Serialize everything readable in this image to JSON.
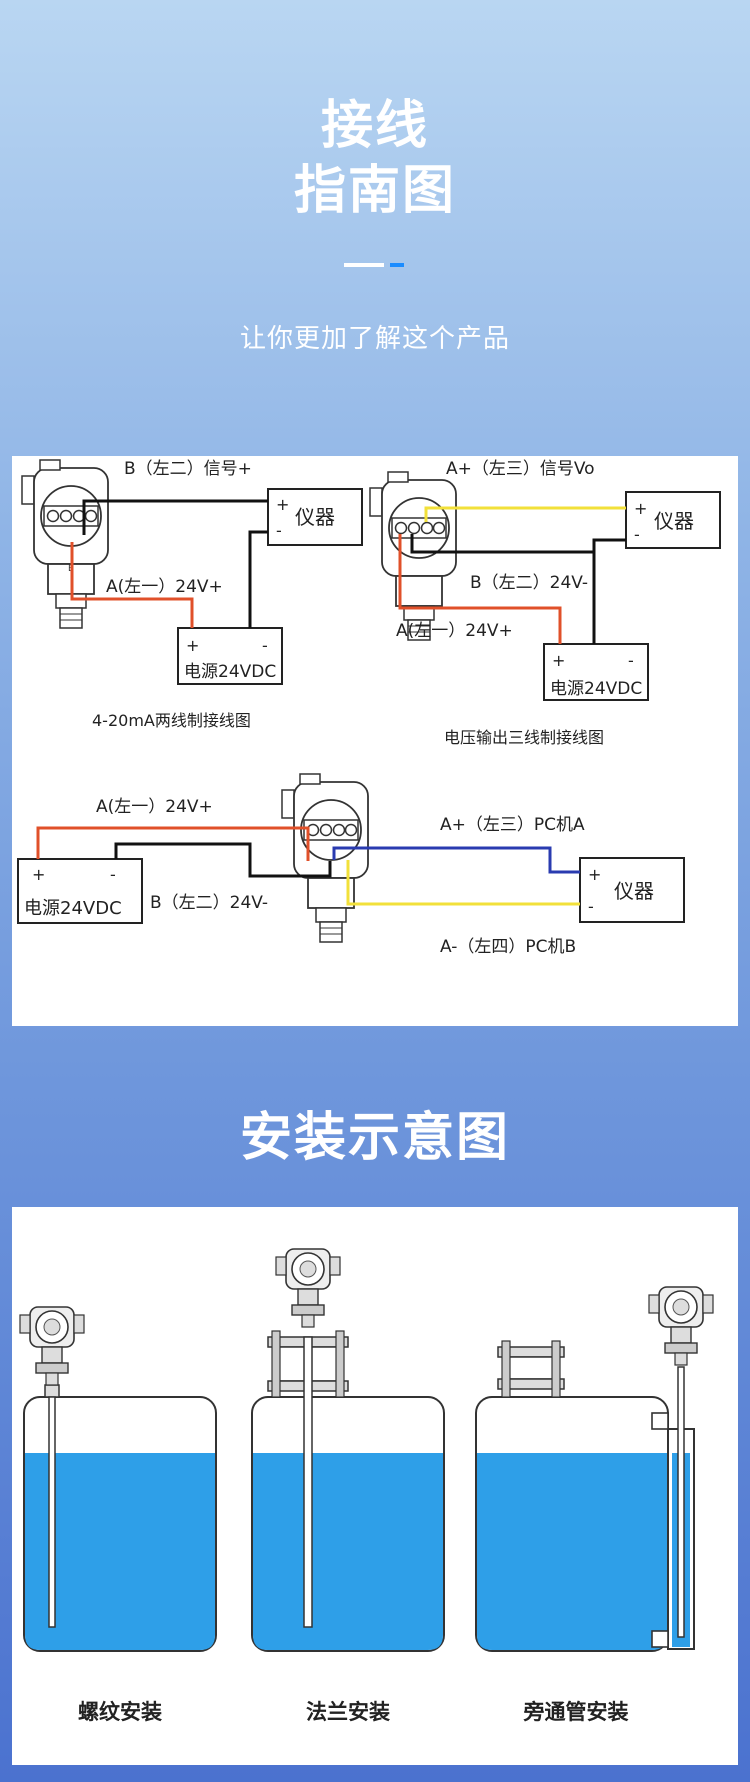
{
  "header": {
    "title_line1": "接线",
    "title_line2": "指南图",
    "subtitle": "让你更加了解这个产品"
  },
  "wiring": {
    "d1": {
      "top_label": "B（左二）信号+",
      "left_label": "A(左一）24V+",
      "instrument": "仪器",
      "power": "电源24VDC",
      "caption": "4-20mA两线制接线图"
    },
    "d2": {
      "top_label": "A+（左三）信号Vo",
      "mid_label": "B（左二）24V-",
      "left_label": "A(左一）24V+",
      "instrument": "仪器",
      "power": "电源24VDC",
      "caption": "电压输出三线制接线图"
    },
    "d3": {
      "a_label": "A(左一）24V+",
      "b_label": "B（左二）24V-",
      "aplus_label": "A+（左三）PC机A",
      "aminus_label": "A-（左四）PC机B",
      "instrument": "仪器",
      "power": "电源24VDC"
    },
    "plus": "+",
    "minus": "-",
    "terminal_a": "A",
    "terminal_b": "B"
  },
  "install": {
    "title": "安装示意图",
    "captions": [
      "螺纹安装",
      "法兰安装",
      "旁通管安装"
    ],
    "liquid_color": "#2e9fe8"
  },
  "colors": {
    "red_wire": "#e0502a",
    "yellow_wire": "#f2e03a",
    "blue_wire": "#2a3bb0",
    "black_wire": "#111111"
  }
}
